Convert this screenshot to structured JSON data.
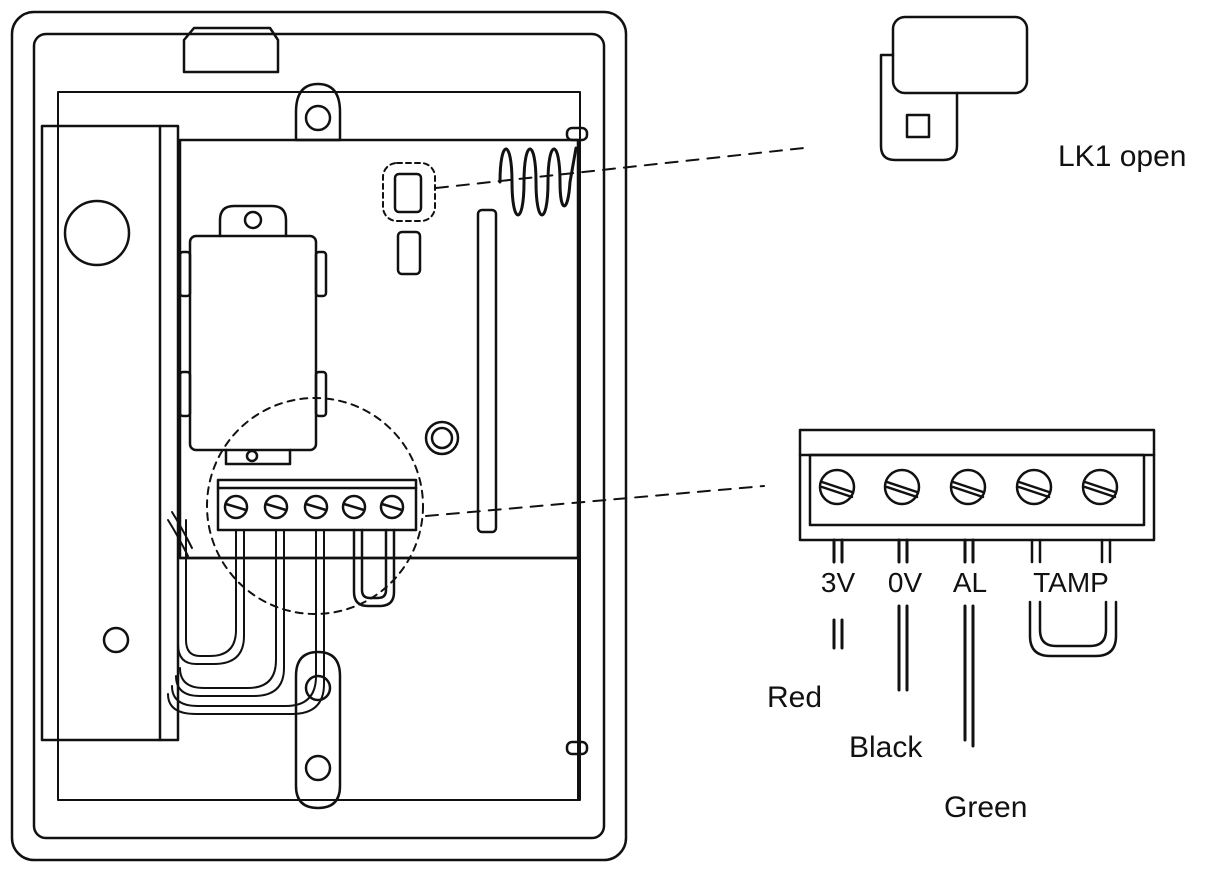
{
  "link": {
    "label": "LK1 open"
  },
  "terminal_labels": [
    "3V",
    "0V",
    "AL",
    "TAMP"
  ],
  "wire_labels": {
    "red": "Red",
    "black": "Black",
    "green": "Green"
  }
}
